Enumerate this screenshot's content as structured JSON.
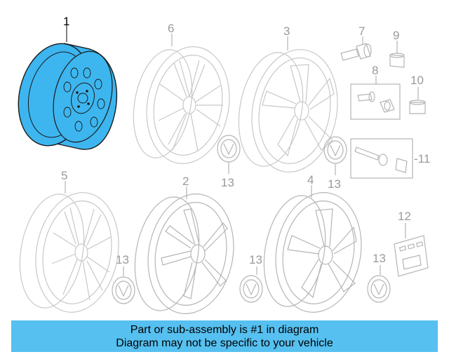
{
  "diagram": {
    "highlight_color": "#3db6f0",
    "parts": [
      {
        "id": "part-1",
        "callout": "1"
      },
      {
        "id": "part-2",
        "callout": "2"
      },
      {
        "id": "part-3",
        "callout": "3"
      },
      {
        "id": "part-4",
        "callout": "4"
      },
      {
        "id": "part-5",
        "callout": "5"
      },
      {
        "id": "part-6",
        "callout": "6"
      },
      {
        "id": "part-7",
        "callout": "7"
      },
      {
        "id": "part-8",
        "callout": "8"
      },
      {
        "id": "part-9",
        "callout": "9"
      },
      {
        "id": "part-10",
        "callout": "10"
      },
      {
        "id": "part-11",
        "callout": "-11"
      },
      {
        "id": "part-12",
        "callout": "12"
      },
      {
        "id": "part-13a",
        "callout": "13"
      },
      {
        "id": "part-13b",
        "callout": "13"
      },
      {
        "id": "part-13c",
        "callout": "13"
      },
      {
        "id": "part-13d",
        "callout": "13"
      },
      {
        "id": "part-13e",
        "callout": "13"
      }
    ]
  },
  "banner": {
    "line1": "Part or sub-assembly is #1 in diagram",
    "line2": "Diagram may not be specific to your vehicle",
    "background": "#56c0f0"
  }
}
